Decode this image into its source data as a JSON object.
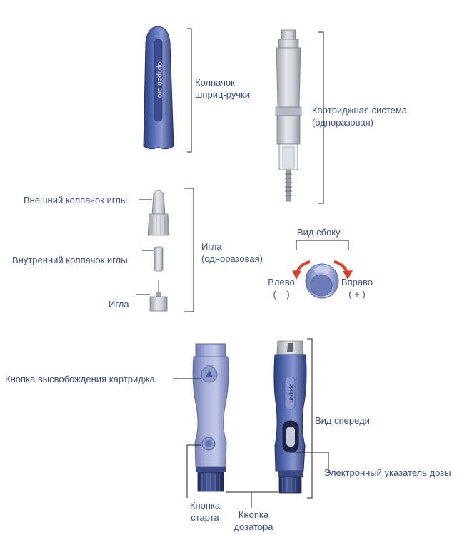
{
  "labels": {
    "pen_cap": [
      "Колпачок",
      "шприц-ручки"
    ],
    "cartridge_system": [
      "Картриджная система",
      "(одноразовая)"
    ],
    "outer_needle_cap": "Внешний колпачок иглы",
    "inner_needle_cap": "Внутренний колпачок иглы",
    "needle_label": "Игла",
    "needle_group": [
      "Игла",
      "(одноразовая)"
    ],
    "side_view": "Вид сбоку",
    "left": [
      "Влево",
      "( – )"
    ],
    "right": [
      "Вправо",
      "( + )"
    ],
    "cartridge_release_button": "Кнопка высвобождения картриджа",
    "front_view": "Вид спереди",
    "electronic_dose_display": "Электронный указатель дозы",
    "start_button": [
      "Кнопка",
      "старта"
    ],
    "dosage_knob": [
      "Кнопка",
      "дозатора"
    ]
  },
  "branding": {
    "cap_text": "optipen pro",
    "body_text": "optipen"
  },
  "colors": {
    "label_text": "#3a4e8c",
    "leader_line": "#222222",
    "pen_blue": "#4a5fa3",
    "pen_blue_dark": "#283a78",
    "pen_lilac": "#9aa3cf",
    "arrow_red": "#d9412b",
    "cartridge_gray": "#c9ccd2"
  }
}
